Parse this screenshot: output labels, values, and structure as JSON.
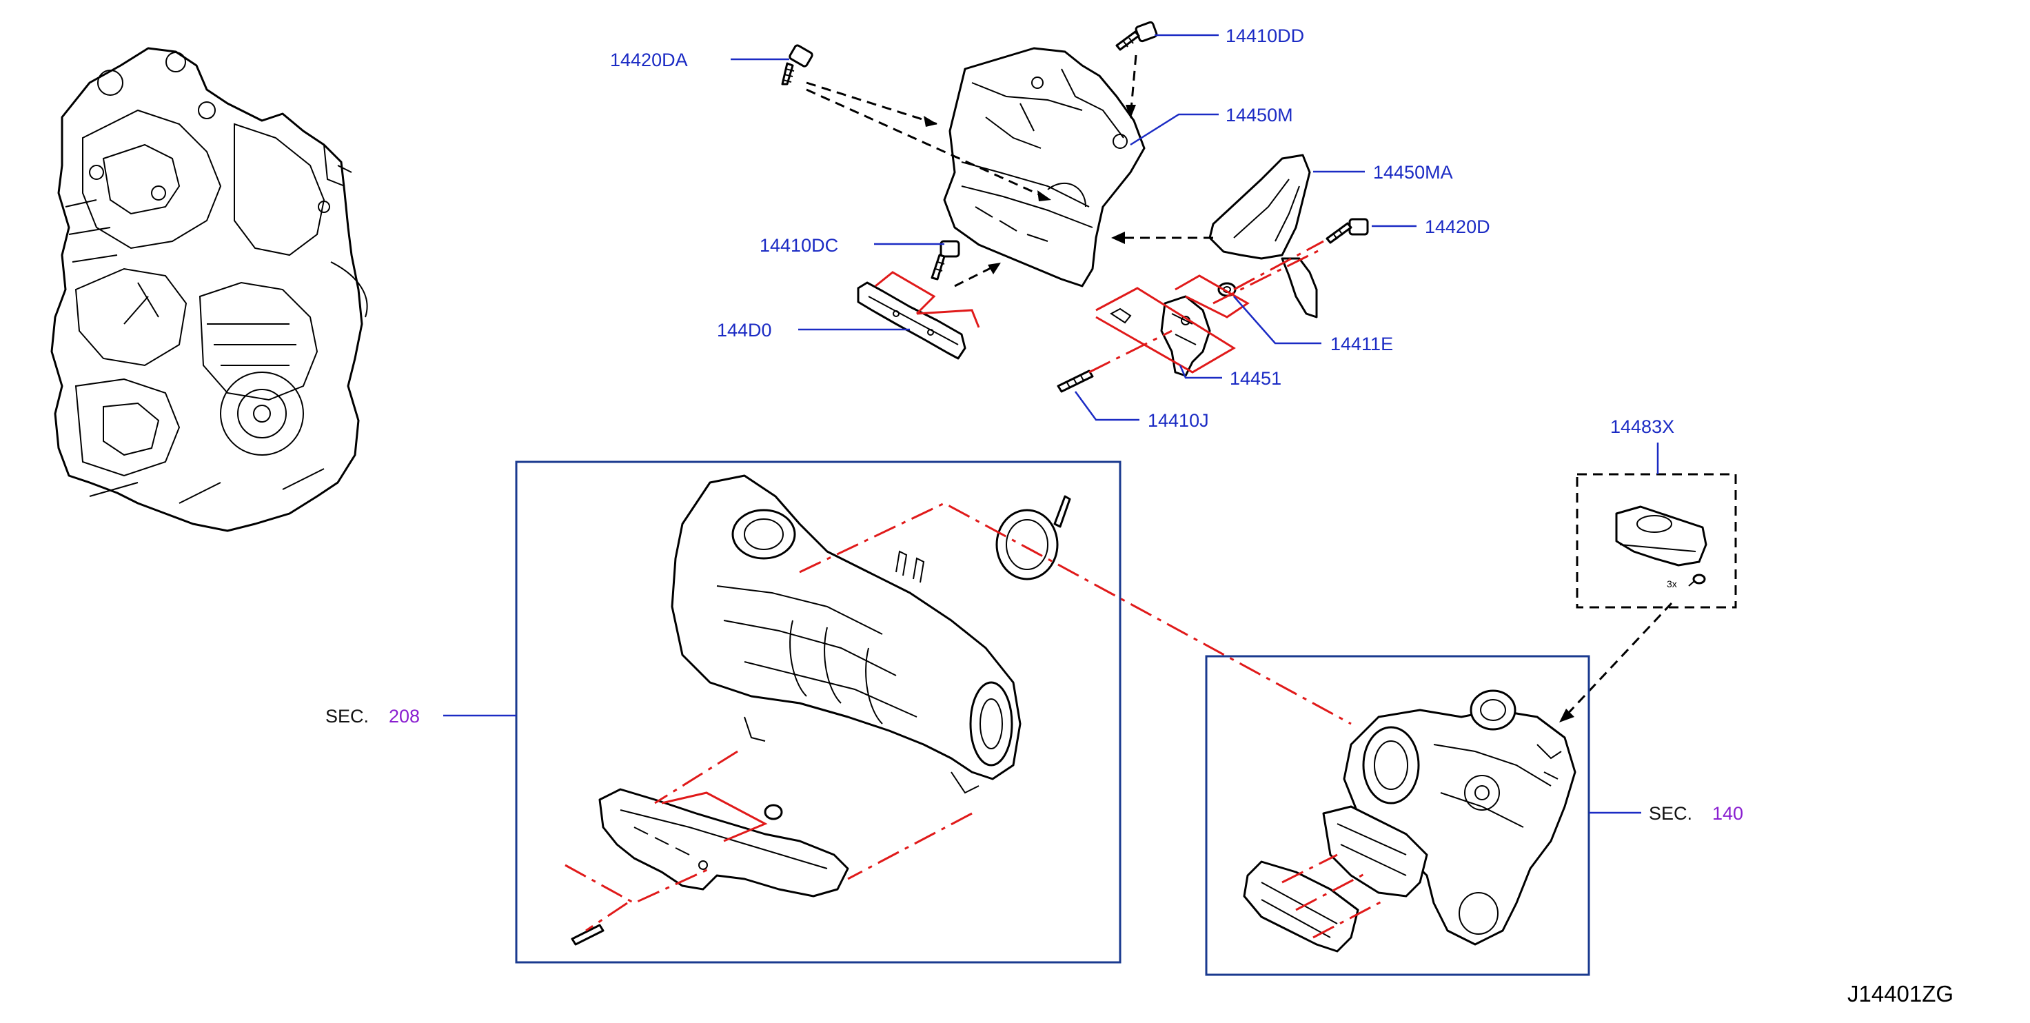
{
  "callouts": {
    "p14420DA": "14420DA",
    "p14410DD": "14410DD",
    "p14450M": "14450M",
    "p14450MA": "14450MA",
    "p14410DC": "14410DC",
    "p14420D": "14420D",
    "p144D0": "144D0",
    "p14411E": "14411E",
    "p14451": "14451",
    "p14410J": "14410J",
    "p14483X": "14483X"
  },
  "sections": {
    "sec208_label": "SEC.",
    "sec208_num": "208",
    "sec140_label": "SEC.",
    "sec140_num": "140"
  },
  "qty": "3x",
  "diagram_code": "J14401ZG",
  "colors": {
    "callout": "#1b2bc4",
    "section_number": "#8a1fd0",
    "assembly_line": "#e01a1a",
    "frame": "#1a3a8f"
  }
}
